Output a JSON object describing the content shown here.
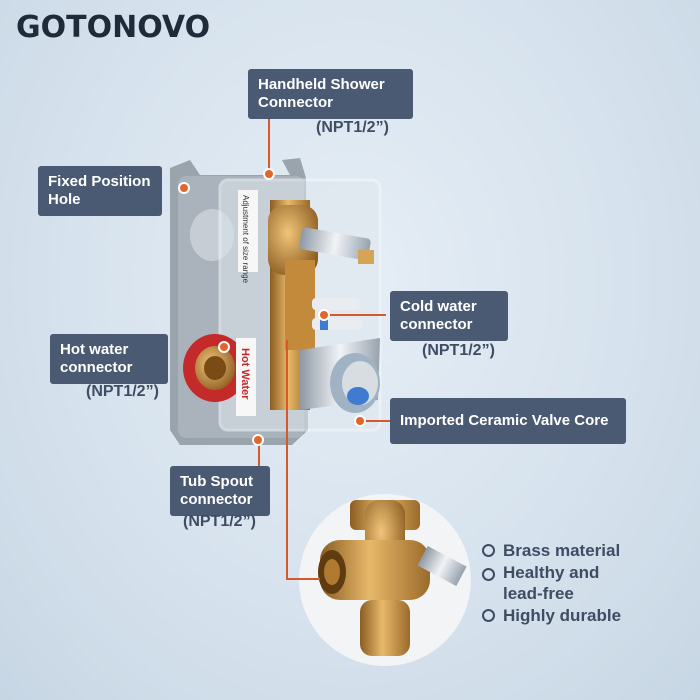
{
  "brand": {
    "logo_text": "GOTONOVO"
  },
  "labels": {
    "handheld": "Handheld Shower Connector",
    "handheld_npt": "(NPT1/2”)",
    "fixed_hole": "Fixed Position Hole",
    "cold": "Cold water connector",
    "cold_npt": "(NPT1/2”)",
    "hot": "Hot water connector",
    "hot_npt": "(NPT1/2”)",
    "ceramic": "Imported Ceramic Valve Core",
    "tub": "Tub Spout connector",
    "tub_npt": "(NPT1/2”)"
  },
  "product_markings": {
    "hot_water": "Hot Water",
    "adjust_text": "Adjustment of size range"
  },
  "features": [
    "Brass material",
    "Healthy and lead-free",
    "Highly durable"
  ],
  "colors": {
    "label_bg": "#4a5a72",
    "accent": "#e2652c",
    "text": "#3e4d63"
  }
}
